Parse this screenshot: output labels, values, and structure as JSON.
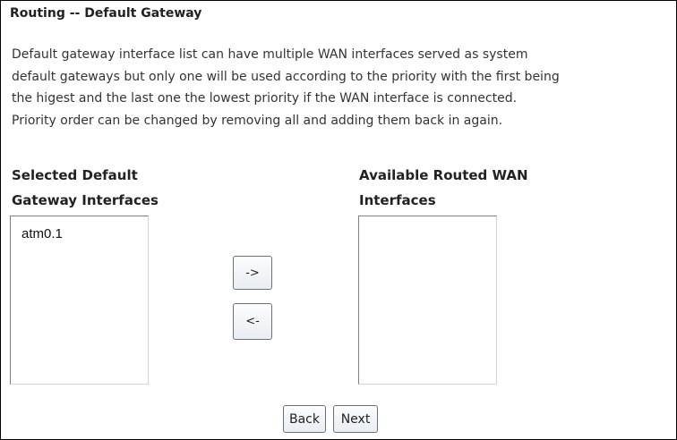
{
  "page": {
    "title": "Routing -- Default Gateway",
    "description_lines": [
      "Default gateway interface list can have multiple WAN interfaces served as system",
      "default gateways but only one will be used according to the priority with the first being",
      "the higest and the last one the lowest priority if the WAN interface is connected.",
      "Priority order can be changed by removing all and adding them back in again."
    ]
  },
  "selected_list": {
    "header_lines": [
      "Selected Default",
      "Gateway Interfaces"
    ],
    "items": [
      "atm0.1"
    ]
  },
  "available_list": {
    "header_lines": [
      "Available Routed WAN",
      "Interfaces"
    ],
    "items": []
  },
  "buttons": {
    "add_label": "->",
    "remove_label": "<-",
    "back_label": "Back",
    "next_label": "Next"
  }
}
